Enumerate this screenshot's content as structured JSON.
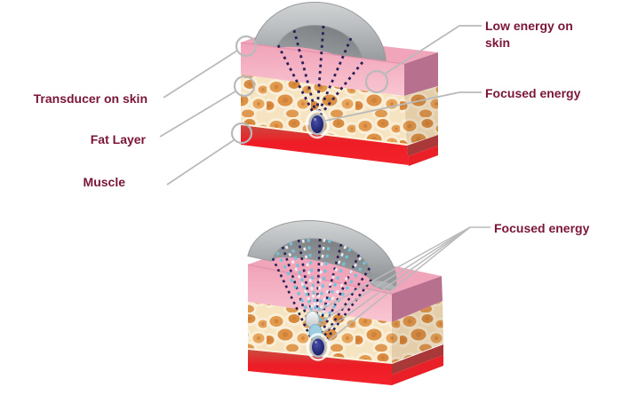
{
  "diagram_top": {
    "labels": {
      "transducer_on_skin": "Transducer on skin",
      "fat_layer": "Fat Layer",
      "muscle": "Muscle",
      "low_energy_on_skin": "Low energy on skin",
      "focused_energy": "Focused energy"
    }
  },
  "diagram_bottom": {
    "labels": {
      "focused_energy": "Focused energy"
    }
  },
  "colors": {
    "label_text": "#7a1538",
    "skin_pink_top": "#f0a5bb",
    "skin_pink_front": "#f7bdcb",
    "skin_side_mauve": "#b8708f",
    "fat_orange": "#e09a50",
    "fat_cream": "#f9efd8",
    "muscle_red": "#ee1c25",
    "muscle_side_dark_red": "#a93939",
    "transducer_gray": "#b4b7b9",
    "transducer_inner_gray": "#85888a",
    "ray_navy": "#2a2057",
    "ray_light_blue": "#6fc4dd",
    "ray_white": "#eef2f4",
    "focal_navy": "#1e2366",
    "focal_light_blue": "#9ed0e2",
    "focal_silver": "#dfe4e6",
    "leader_gray": "#b9babc",
    "background": "#ffffff"
  }
}
